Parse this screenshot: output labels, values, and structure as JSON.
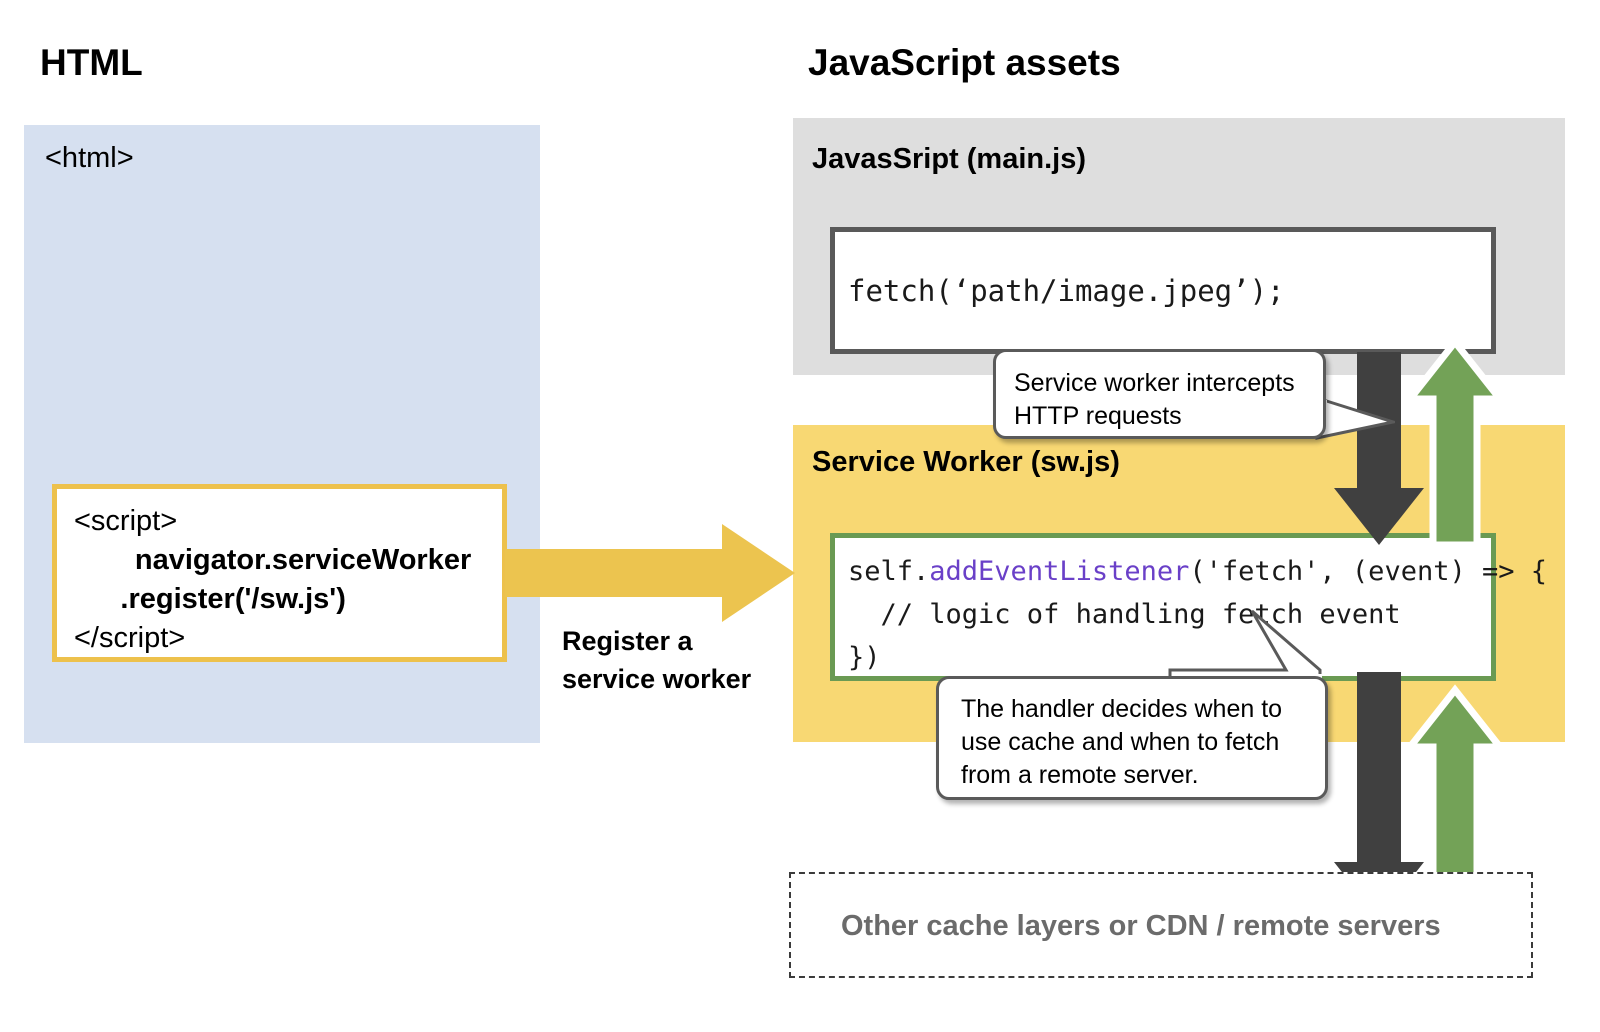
{
  "headings": {
    "left": "HTML",
    "right": "JavaScript assets"
  },
  "html_panel": {
    "tag": "<html>",
    "script_box": {
      "line1": "<script>",
      "line2": "navigator.serviceWorker",
      "line3": ".register('/sw.js')",
      "line4": "</script>"
    },
    "bg_color": "#d6e0f0",
    "box_border_color": "#edc14c"
  },
  "register_arrow": {
    "label": "Register a\nservice worker",
    "color": "#ecc44f"
  },
  "js_panel": {
    "title": "JavasSript (main.js)",
    "bg_color": "#dedede",
    "code_box": {
      "code": "fetch(‘path/image.jpeg’);",
      "border_color": "#595959"
    }
  },
  "sw_panel": {
    "title": "Service Worker (sw.js)",
    "bg_color": "#f8d873",
    "code_box": {
      "border_color": "#6a9a53",
      "line1_a": "self.",
      "line1_kw": "addEventListener",
      "line1_b": "('fetch', (event) => {",
      "line2": "  // logic of handling fetch event",
      "line3": "})"
    }
  },
  "callouts": [
    {
      "name": "intercept-callout",
      "text": "Service worker intercepts\nHTTP requests"
    },
    {
      "name": "handler-callout",
      "text": "The handler decides when to\nuse cache and when to fetch\nfrom a remote server."
    }
  ],
  "cdn_box": {
    "label": "Other cache layers or CDN / remote servers",
    "border_style": "dashed",
    "text_color": "#6b6b6b"
  },
  "arrows": {
    "request_color": "#404040",
    "response_color": "#73a257",
    "register_color": "#ecc44f"
  }
}
